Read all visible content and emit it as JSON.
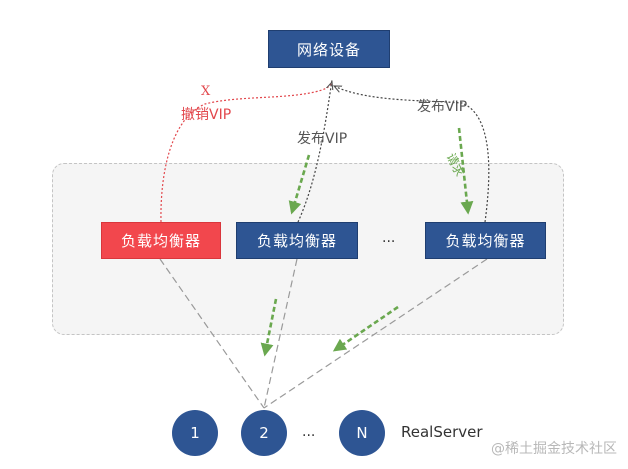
{
  "diagram": {
    "network_device": "网络设备",
    "load_balancers": [
      "负载均衡器",
      "负载均衡器",
      "负载均衡器"
    ],
    "lb_ellipsis": "...",
    "real_servers": [
      "1",
      "2",
      "N"
    ],
    "rs_ellipsis": "...",
    "realserver_label": "RealServer",
    "revoke_x": "X",
    "revoke_label": "撤销VIP",
    "publish_label_1": "发布VIP",
    "publish_label_2": "发布VIP",
    "request_label": "请求",
    "watermark": "@稀土掘金技术社区"
  },
  "colors": {
    "node_blue": "#2e5593",
    "node_red": "#f2474d",
    "revoke_red": "#e2474c",
    "arrow_green": "#6aa84f",
    "connector_gray": "#9a9a9a"
  }
}
